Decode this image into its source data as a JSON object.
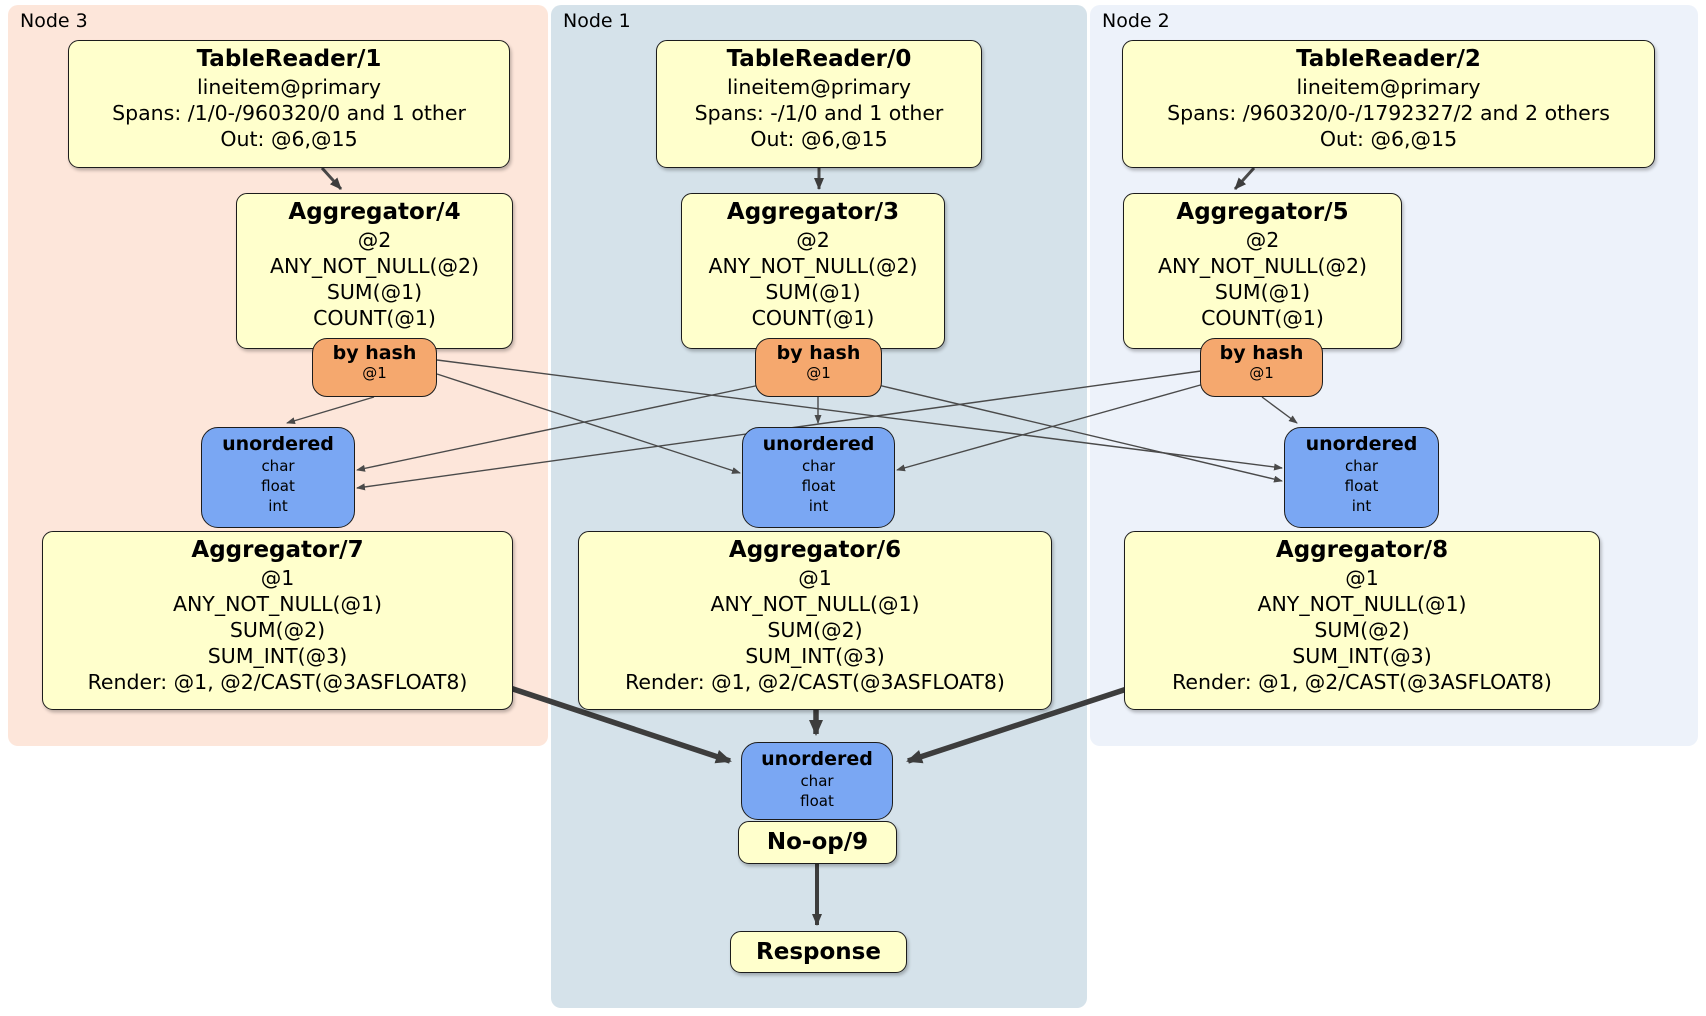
{
  "colors": {
    "node3-bg": "#fde6da",
    "node1-bg": "#d5e2ea",
    "node2-bg": "#edf2fa",
    "operator-bg": "#ffffcc",
    "router-bg": "#f5a86e",
    "sync-bg": "#7aa7f3",
    "edge-thin": "#4a4a4a",
    "edge-thick": "#3d3d3d"
  },
  "node_labels": {
    "node3": "Node 3",
    "node1": "Node 1",
    "node2": "Node 2"
  },
  "operators": {
    "tr1": {
      "title": "TableReader/1",
      "lines": [
        "lineitem@primary",
        "Spans: /1/0-/960320/0 and 1 other",
        "Out: @6,@15"
      ]
    },
    "tr0": {
      "title": "TableReader/0",
      "lines": [
        "lineitem@primary",
        "Spans: -/1/0 and 1 other",
        "Out: @6,@15"
      ]
    },
    "tr2": {
      "title": "TableReader/2",
      "lines": [
        "lineitem@primary",
        "Spans: /960320/0-/1792327/2 and 2 others",
        "Out: @6,@15"
      ]
    },
    "agg4": {
      "title": "Aggregator/4",
      "lines": [
        "@2",
        "ANY_NOT_NULL(@2)",
        "SUM(@1)",
        "COUNT(@1)"
      ]
    },
    "agg3": {
      "title": "Aggregator/3",
      "lines": [
        "@2",
        "ANY_NOT_NULL(@2)",
        "SUM(@1)",
        "COUNT(@1)"
      ]
    },
    "agg5": {
      "title": "Aggregator/5",
      "lines": [
        "@2",
        "ANY_NOT_NULL(@2)",
        "SUM(@1)",
        "COUNT(@1)"
      ]
    },
    "agg7": {
      "title": "Aggregator/7",
      "lines": [
        "@1",
        "ANY_NOT_NULL(@1)",
        "SUM(@2)",
        "SUM_INT(@3)",
        "Render: @1, @2/CAST(@3ASFLOAT8)"
      ]
    },
    "agg6": {
      "title": "Aggregator/6",
      "lines": [
        "@1",
        "ANY_NOT_NULL(@1)",
        "SUM(@2)",
        "SUM_INT(@3)",
        "Render: @1, @2/CAST(@3ASFLOAT8)"
      ]
    },
    "agg8": {
      "title": "Aggregator/8",
      "lines": [
        "@1",
        "ANY_NOT_NULL(@1)",
        "SUM(@2)",
        "SUM_INT(@3)",
        "Render: @1, @2/CAST(@3ASFLOAT8)"
      ]
    },
    "noop": {
      "title": "No-op/9"
    },
    "response": {
      "title": "Response"
    }
  },
  "routers": {
    "hash3": {
      "title": "by hash",
      "key": "@1"
    },
    "hash1": {
      "title": "by hash",
      "key": "@1"
    },
    "hash2": {
      "title": "by hash",
      "key": "@1"
    }
  },
  "syncs": {
    "un3": {
      "title": "unordered",
      "streams": [
        "char",
        "float",
        "int"
      ]
    },
    "un1": {
      "title": "unordered",
      "streams": [
        "char",
        "float",
        "int"
      ]
    },
    "un2": {
      "title": "unordered",
      "streams": [
        "char",
        "float",
        "int"
      ]
    },
    "unfinal": {
      "title": "unordered",
      "streams": [
        "char",
        "float"
      ]
    }
  }
}
